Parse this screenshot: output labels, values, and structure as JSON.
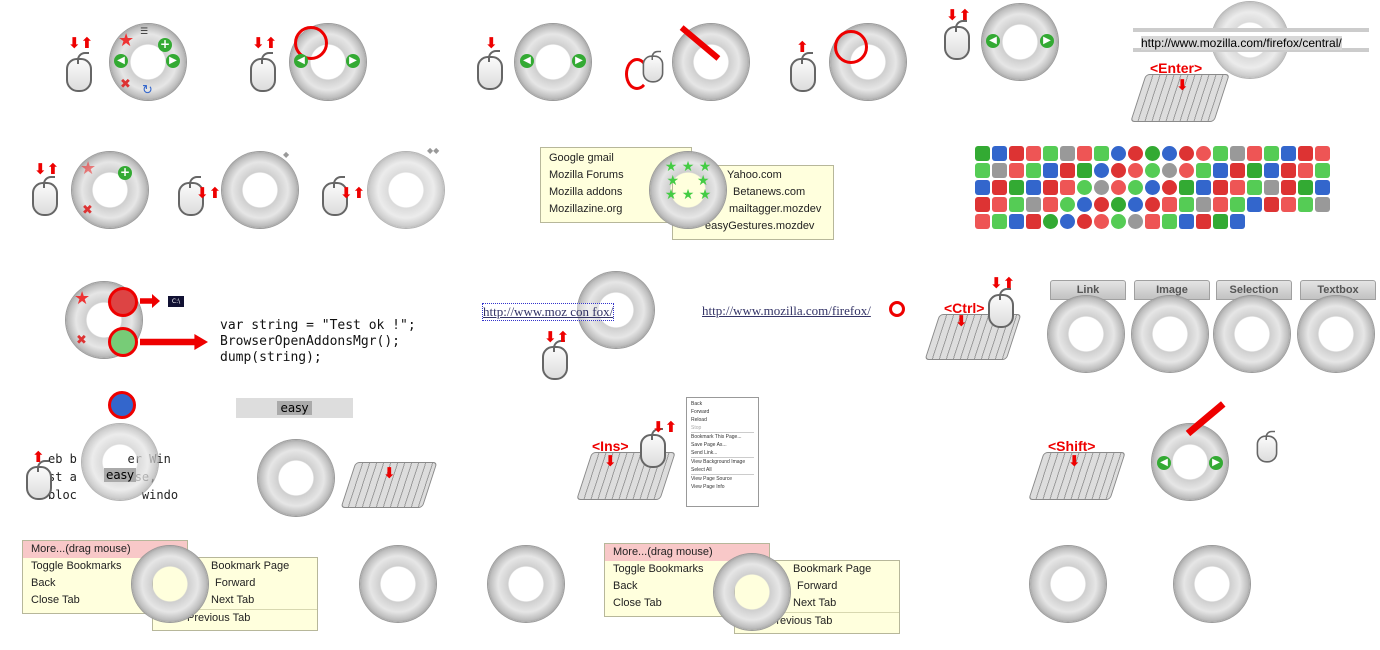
{
  "icons": {
    "mouse": "mouse-icon",
    "keyboard": "keyboard-icon",
    "pie": "gesture-pie-icon",
    "star": "star-icon",
    "back": "back-arrow-icon",
    "forward": "forward-arrow-icon",
    "close": "close-icon",
    "reload": "reload-icon"
  },
  "keys": {
    "enter": "<Enter>",
    "ctrl": "<Ctrl>",
    "ins": "<Ins>",
    "shift": "<Shift>"
  },
  "top_url": "http://www.mozilla.com/firefox/central/",
  "bookmarks_panel": {
    "left": [
      "Google gmail",
      "Mozilla Forums",
      "Mozilla addons",
      "Mozillazine.org"
    ],
    "right": [
      "Yahoo.com",
      "Betanews.com",
      "mailtagger.mozdev",
      "easyGestures.mozdev"
    ]
  },
  "script_code": "var string = \"Test ok !\";\nBrowserOpenAddonsMgr();\ndump(string);",
  "link_urls": {
    "partial": "http://www.moz      con      fox/",
    "full": "http://www.mozilla.com/firefox/"
  },
  "context_tabs": [
    "Link",
    "Image",
    "Selection",
    "Textbox"
  ],
  "selection_texts": {
    "behind": "eb b       er Win\nst a       use,\nbloc         windo",
    "word_left": "easy",
    "word_right": "easy"
  },
  "context_menu": [
    "Back",
    "Forward",
    "Reload",
    "Stop",
    "Bookmark This Page...",
    "Save Page As...",
    "Send Link...",
    "View Background Image",
    "Select All",
    "View Page Source",
    "View Page Info"
  ],
  "tooltip_panel_1": {
    "top": "More...(drag mouse)",
    "left": [
      "Toggle Bookmarks",
      "Back",
      "Close Tab"
    ],
    "right": [
      "Bookmark Page",
      "Forward",
      "Next Tab"
    ],
    "bottom": "Previous Tab"
  },
  "tooltip_panel_2": {
    "top": "More...(drag mouse)",
    "left": [
      "Toggle Bookmarks",
      "Back",
      "Close Tab"
    ],
    "right": [
      "Bookmark Page",
      "Forward",
      "Next Tab"
    ],
    "bottom": "Previous Tab"
  },
  "colors": {
    "accent": "#e00000",
    "panel": "#ffffdd",
    "ring": "#bdbdbd",
    "green": "#33aa33"
  }
}
